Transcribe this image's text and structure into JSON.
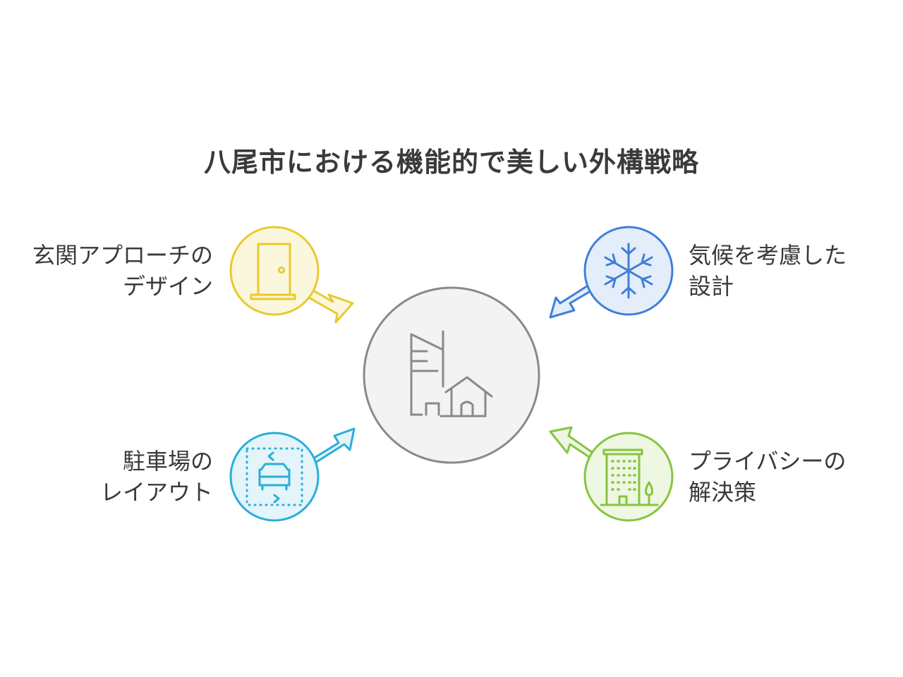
{
  "title": "八尾市における機能的で美しい外構戦略",
  "center": {
    "icon": "buildings-house-icon"
  },
  "nodes": [
    {
      "id": "entrance",
      "position": "top-left",
      "line1": "玄関アプローチの",
      "line2": "デザイン",
      "icon": "door-icon",
      "color": "#e8c930",
      "fill": "#fbf7dc"
    },
    {
      "id": "parking",
      "position": "bottom-left",
      "line1": "駐車場の",
      "line2": "レイアウト",
      "icon": "car-parking-icon",
      "color": "#2aaed8",
      "fill": "#e3f4fa"
    },
    {
      "id": "climate",
      "position": "top-right",
      "line1": "気候を考慮した",
      "line2": "設計",
      "icon": "snowflake-icon",
      "color": "#3f7fd9",
      "fill": "#e4edfa"
    },
    {
      "id": "privacy",
      "position": "bottom-right",
      "line1": "プライバシーの",
      "line2": "解決策",
      "icon": "apartment-tree-icon",
      "color": "#86c440",
      "fill": "#eef7e2"
    }
  ]
}
